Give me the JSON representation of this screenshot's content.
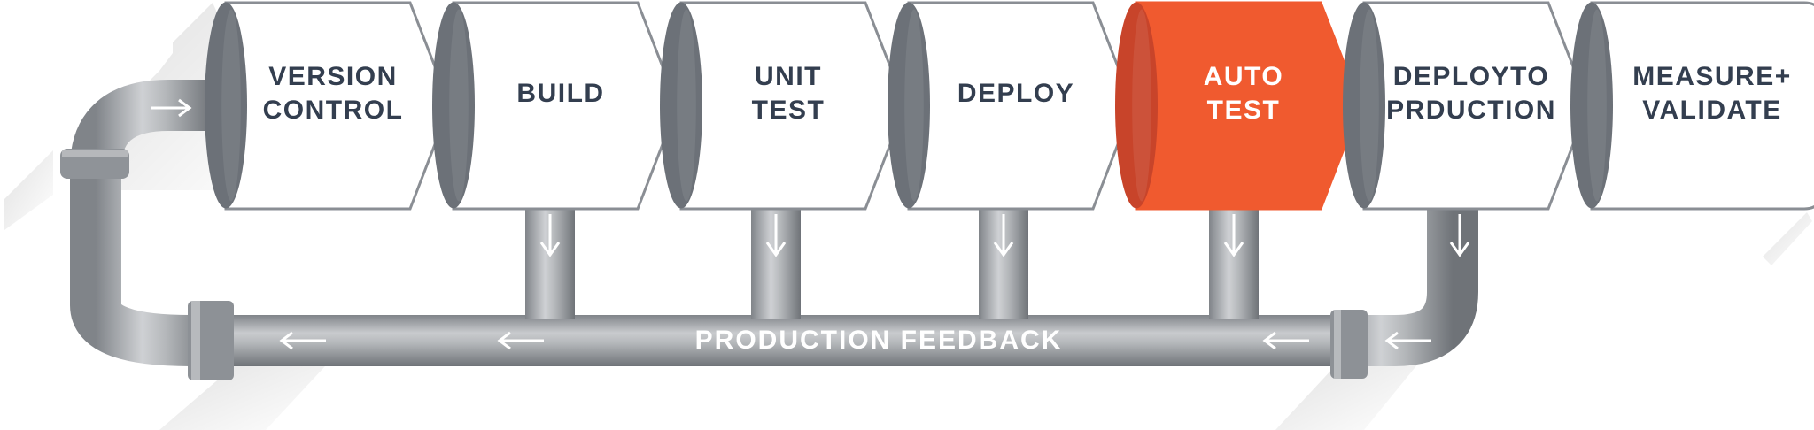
{
  "diagram": {
    "stages": [
      {
        "id": "version-control",
        "lines": [
          "VERSION",
          "CONTROL"
        ],
        "highlighted": false
      },
      {
        "id": "build",
        "lines": [
          "BUILD"
        ],
        "highlighted": false
      },
      {
        "id": "unit-test",
        "lines": [
          "UNIT",
          "TEST"
        ],
        "highlighted": false
      },
      {
        "id": "deploy",
        "lines": [
          "DEPLOY"
        ],
        "highlighted": false
      },
      {
        "id": "auto-test",
        "lines": [
          "AUTO",
          "TEST"
        ],
        "highlighted": true
      },
      {
        "id": "deploy-to-production",
        "lines": [
          "DEPLOYTO",
          "PRDUCTION"
        ],
        "highlighted": false
      },
      {
        "id": "measure-validate",
        "lines": [
          "MEASURE+",
          "VALIDATE"
        ],
        "highlighted": false
      }
    ],
    "feedback_label": "PRODUCTION FEEDBACK",
    "colors": {
      "stage_fill": "#ffffff",
      "stage_outline": "#8a8e94",
      "stage_text": "#333e4f",
      "highlight_fill": "#f05a2f",
      "highlight_dark": "#c8442a",
      "highlight_text": "#ffffff",
      "pipe": "#a9acb0",
      "pipe_dark": "#6f7378",
      "cap": "#6c7178"
    }
  }
}
